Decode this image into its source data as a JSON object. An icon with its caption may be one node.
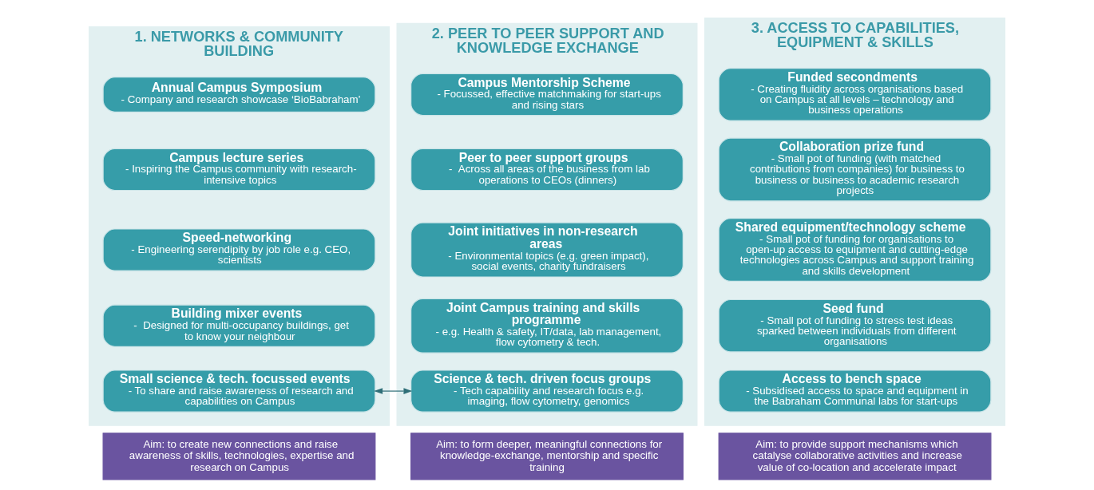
{
  "diagram": {
    "nodes": [
      {
        "text": [
          "1. NETWORKS & COMMUNITY BUILDING"
        ]
      },
      {
        "text": [
          "Annual Campus Symposium",
          "- Company and research showcase ‘BioBabraham’"
        ],
        "in": 0
      },
      {
        "text": [
          "Campus lecture series",
          "- Inspiring the Campus community with research-intensive topics"
        ],
        "in": 0
      },
      {
        "text": [
          "Speed-networking",
          "- Engineering serendipity by job role e.g. CEO, scientists"
        ],
        "in": 0
      },
      {
        "text": [
          "Building mixer events",
          "-  Designed for multi-occupancy buildings, get to know your neighbour"
        ],
        "in": 0
      },
      {
        "text": [
          "Small science & tech. focussed events",
          "- To share and raise awareness of research and capabilities on Campus"
        ],
        "in": 0
      },
      {
        "text": [
          "2. PEER TO PEER SUPPORT AND KNOWLEDGE EXCHANGE"
        ]
      },
      {
        "text": [
          "Campus Mentorship Scheme",
          "- Focussed, effective matchmaking for start-ups and rising stars"
        ],
        "in": 6
      },
      {
        "text": [
          "Peer to peer support groups",
          "-  Across all areas of the business from lab operations to CEOs (dinners)"
        ],
        "in": 6
      },
      {
        "text": [
          "Joint initiatives in non-research areas",
          "- Environmental topics (e.g. green impact), social events, charity fundraisers"
        ],
        "in": 6
      },
      {
        "text": [
          "Joint Campus training and skills programme",
          "- e.g. Health & safety, IT/data, lab management, flow cytometry & tech."
        ],
        "in": 6
      },
      {
        "text": [
          "Science & tech. driven focus groups",
          "- Tech capability and research focus e.g. imaging, flow cytometry, genomics"
        ],
        "in": 6
      },
      {
        "text": [
          "3. ACCESS TO CAPABILITIES, EQUIPMENT & SKILLS"
        ]
      },
      {
        "text": [
          "Funded secondments",
          "- Creating fluidity across organisations based on Campus at all levels – technology and business operations"
        ],
        "in": 12
      },
      {
        "text": [
          "Collaboration prize fund",
          "- Small pot of funding (with matched contributions from companies) for business to business or business to academic research projects"
        ],
        "in": 12
      },
      {
        "text": [
          "Shared equipment/technology scheme",
          "- Small pot of funding for organisations to open-up access to equipment and cutting-edge technologies across Campus and support training and skills development"
        ],
        "in": 12
      },
      {
        "text": [
          "Seed fund",
          "- Small pot of funding to stress test ideas sparked between individuals from different organisations"
        ],
        "in": 12
      },
      {
        "text": [
          "Access to bench space",
          "- Subsidised access to space and equipment in the Babraham Communal labs for start-ups"
        ],
        "in": 12
      },
      {
        "text": [
          "Aim: to create new connections and raise awareness of skills, technologies, expertise and research on Campus"
        ]
      },
      {
        "text": [
          "Aim: to form deeper, meaningful connections for knowledge-exchange, mentorship and specific training"
        ]
      },
      {
        "text": [
          "Aim: to provide support mechanisms which catalyse collaborative activities and increase value of co-location and accelerate impact"
        ]
      }
    ],
    "edges": [
      {
        "from": 5,
        "to": 11,
        "arrow": "both"
      }
    ]
  }
}
